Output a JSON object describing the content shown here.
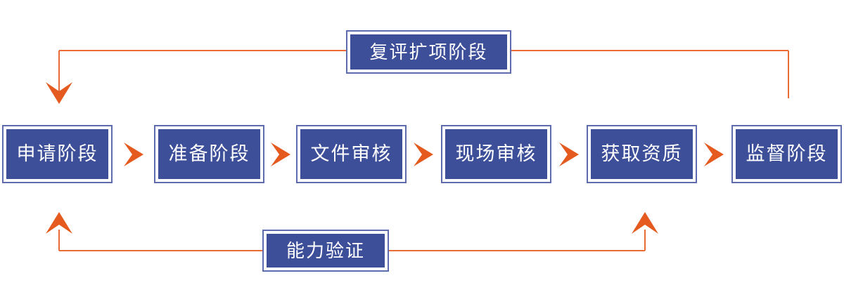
{
  "diagram": {
    "type": "process-flow",
    "stages": [
      "申请阶段",
      "准备阶段",
      "文件审核",
      "现场审核",
      "获取资质",
      "监督阶段"
    ],
    "top_loop": {
      "label": "复评扩项阶段",
      "from_stage": "监督阶段",
      "to_stage": "申请阶段"
    },
    "bottom_loop": {
      "label": "能力验证",
      "points_to": [
        "申请阶段",
        "获取资质"
      ]
    },
    "colors": {
      "box_fill": "#3e4f9a",
      "box_outer_border": "#5e6bac",
      "box_text": "#ffffff",
      "arrow": "#e55a1e",
      "connector_line": "#e96c36",
      "background": "#ffffff"
    }
  }
}
